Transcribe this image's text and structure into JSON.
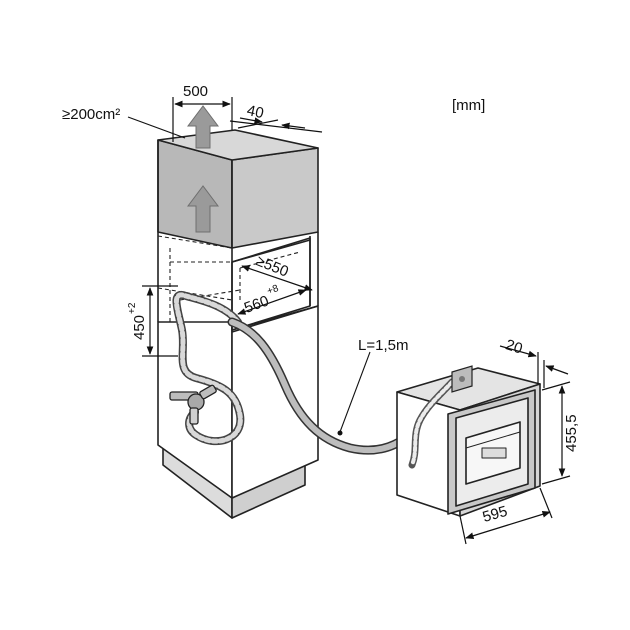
{
  "units": "[mm]",
  "ventilation": {
    "label": "≥200cm²"
  },
  "cabinet": {
    "width": "500",
    "rear_gap": "40",
    "depth_min": "≥550",
    "niche_width": "560",
    "niche_width_tol": "+8",
    "niche_height": "450",
    "niche_height_tol": "+2"
  },
  "hose": {
    "length": "L=1,5m"
  },
  "appliance": {
    "width": "595",
    "height": "455,5",
    "depth_offset": "20"
  }
}
